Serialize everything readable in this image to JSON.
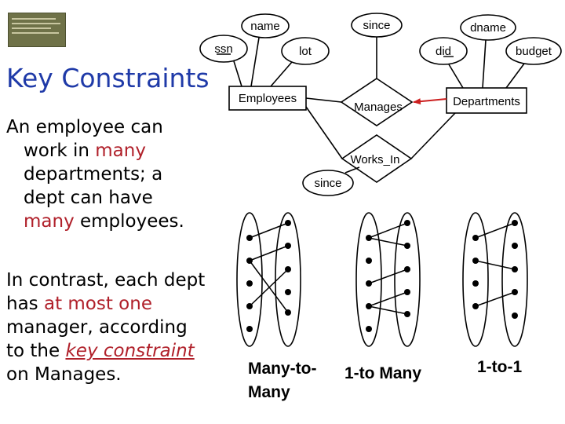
{
  "logo": {
    "name": "slide-logo"
  },
  "slide": {
    "title": "Key Constraints",
    "para1": {
      "l1": "An employee can",
      "l2a": "work in ",
      "l2b": "many",
      "l3": "departments; a",
      "l4": "dept can have",
      "l5a": "many",
      "l5b": " employees."
    },
    "para2": {
      "l1": "In contrast, each dept",
      "l2a": "has ",
      "l2b": "at most one",
      "l3": "manager, according",
      "l4a": "to the ",
      "l4b": "key constraint",
      "l5": "on Manages."
    }
  },
  "er": {
    "attrs": {
      "name": "name",
      "ssn": "ssn",
      "lot": "lot",
      "since_top": "since",
      "did": "did",
      "dname": "dname",
      "budget": "budget",
      "since_mid": "since"
    },
    "entities": {
      "employees": "Employees",
      "departments": "Departments"
    },
    "relations": {
      "manages": "Manages",
      "works_in": "Works_In"
    },
    "colors": {
      "key_arrow": "#cc1f1f",
      "lines": "#000000"
    }
  },
  "mappings": {
    "many_to_many_l1": "Many-to-",
    "many_to_many_l2": "Many",
    "one_to_many": "1-to Many",
    "one_to_one": "1-to-1"
  }
}
